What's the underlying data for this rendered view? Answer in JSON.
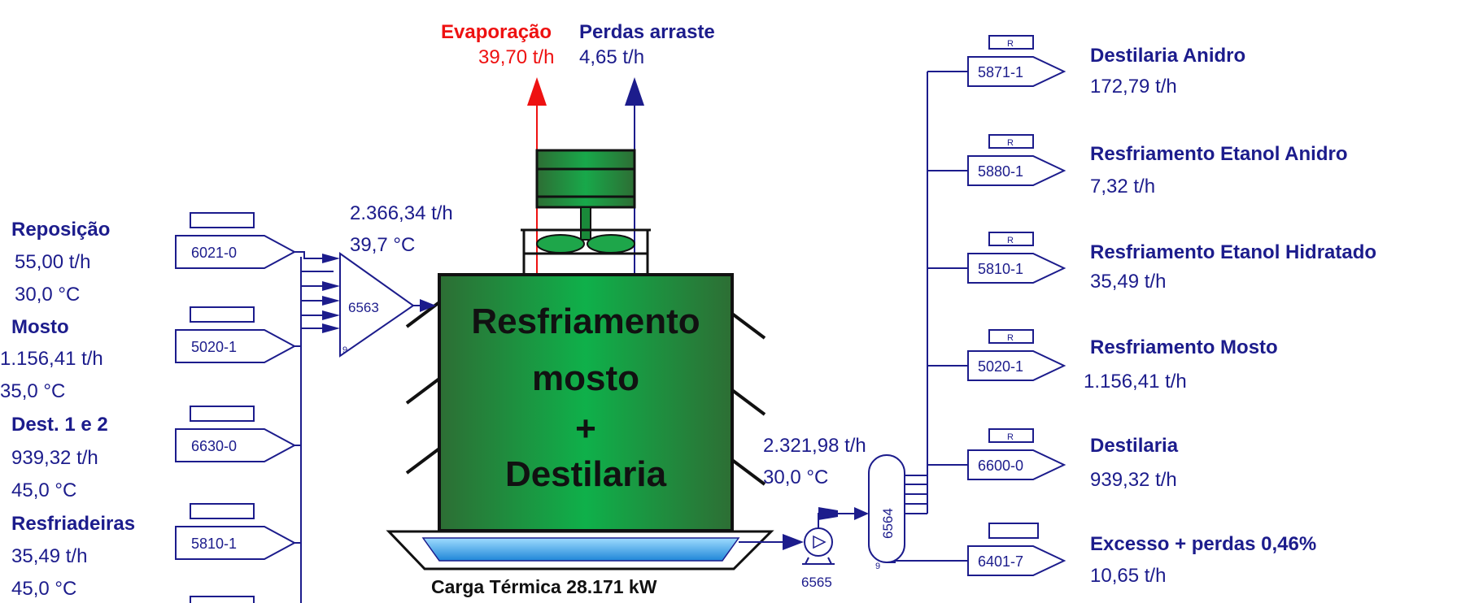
{
  "tower": {
    "title_line1": "Resfriamento",
    "title_line2": "mosto",
    "title_plus": "+",
    "title_line3": "Destilaria"
  },
  "evaporation": {
    "label": "Evaporação",
    "value": "39,70 t/h"
  },
  "drift_losses": {
    "label": "Perdas arraste",
    "value": "4,65 t/h"
  },
  "inlet_mixer": {
    "tag": "6563",
    "flow": "2.366,34 t/h",
    "temp": "39,7 °C"
  },
  "outlet": {
    "flow": "2.321,98 t/h",
    "temp": "30,0 °C"
  },
  "pump": {
    "tag": "6565"
  },
  "splitter": {
    "tag": "6564"
  },
  "thermal_load": "Carga Térmica 28.171 kW",
  "inputs": [
    {
      "name": "Reposição",
      "flow": " 55,00 t/h",
      "temp": " 30,0 °C",
      "tag": "6021-0"
    },
    {
      "name": "Mosto",
      "flow": "1.156,41 t/h",
      "temp": "35,0 °C",
      "tag": "5020-1"
    },
    {
      "name": "Dest. 1 e 2",
      "flow": "939,32 t/h",
      "temp": "45,0 °C",
      "tag": "6630-0"
    },
    {
      "name": "Resfriadeiras",
      "flow": "35,49 t/h",
      "temp": "45,0 °C",
      "tag": "5810-1"
    }
  ],
  "outputs": [
    {
      "name": "Destilaria Anidro",
      "flow": "172,79 t/h",
      "tag": "5871-1",
      "flag": "R"
    },
    {
      "name": "Resfriamento Etanol Anidro",
      "flow": " 7,32 t/h",
      "tag": "5880-1",
      "flag": "R"
    },
    {
      "name": "Resfriamento Etanol Hidratado",
      "flow": "35,49 t/h",
      "tag": "5810-1",
      "flag": "R"
    },
    {
      "name": "Resfriamento Mosto",
      "flow": "1.156,41 t/h",
      "tag": "5020-1",
      "flag": "R"
    },
    {
      "name": "Destilaria",
      "flow": "939,32 t/h",
      "tag": "6600-0",
      "flag": "R"
    },
    {
      "name": "Excesso + perdas 0,46%",
      "flow": " 10,65 t/h",
      "tag": "6401-7",
      "flag": ""
    }
  ],
  "small_marks": {
    "mixer": "9",
    "splitter": "9"
  },
  "colors": {
    "stream": "#1c1c8c",
    "evaporation": "#ee1111",
    "tower_fill": "#2f7a3a",
    "basin": "#2a9de8"
  }
}
